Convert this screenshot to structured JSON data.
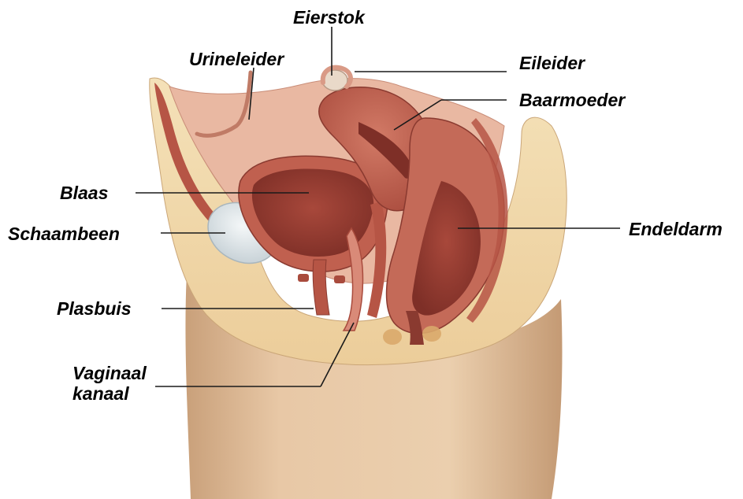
{
  "labels": {
    "eierstok": "Eierstok",
    "urineleider": "Urineleider",
    "eileider": "Eileider",
    "baarmoeder": "Baarmoeder",
    "blaas": "Blaas",
    "schaambeen": "Schaambeen",
    "endeldarm": "Endeldarm",
    "plasbuis": "Plasbuis",
    "vaginaal_line1": "Vaginaal",
    "vaginaal_line2": "kanaal"
  },
  "colors": {
    "skin": "#e6c4a0",
    "skin_shadow": "#c99e78",
    "fat": "#f2dcae",
    "muscle": "#b65545",
    "muscle_light": "#d98a78",
    "cavity": "#9c3f34",
    "bone": "#dfe6ea",
    "leader_line": "#1a1a1a"
  }
}
